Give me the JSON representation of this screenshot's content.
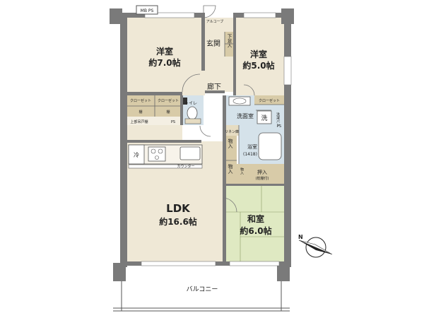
{
  "rooms": {
    "western1": {
      "name": "洋室",
      "size": "約7.0帖"
    },
    "western2": {
      "name": "洋室",
      "size": "約5.0帖"
    },
    "ldk": {
      "name": "LDK",
      "size": "約16.6帖"
    },
    "japanese": {
      "name": "和室",
      "size": "約6.0帖"
    },
    "entrance": "玄関",
    "hallway": "廊下",
    "washroom": "洗面室",
    "bath": {
      "name": "浴室",
      "size": "(1418)"
    },
    "toilet": "トイレ",
    "balcony": "バルコニー",
    "alcove": "アルコーブ"
  },
  "storage": {
    "mbps": "MB PS",
    "shoe_closet": "下足入",
    "closet1": "クローゼット",
    "closet2": "クローゼット",
    "closet3": "クローゼット",
    "shelf1": "棚",
    "shelf2": "棚",
    "upper_cabinet": "上部吊戸棚",
    "ps1": "PS",
    "ps2": "PS",
    "wash_label": "洗",
    "washer_pan": "洗濯パン",
    "linen": "リネン庫",
    "storage1": "物入",
    "storage2": "物入",
    "washer_storage": "物入",
    "oshiire": "押入",
    "oshiire_note": "(枕棚付)",
    "fridge": "冷",
    "counter": "カウンター"
  },
  "colors": {
    "room_fill": "#efe8d6",
    "tatami_fill": "#dfe9c2",
    "wet_fill": "#d5e2ea",
    "storage_fill": "#d8cba8",
    "wall": "#7a7a7a"
  }
}
